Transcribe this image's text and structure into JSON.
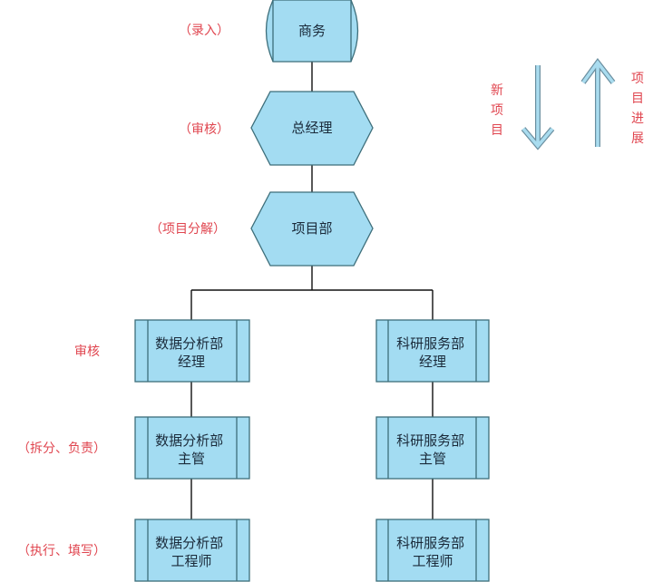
{
  "diagram": {
    "nodes": {
      "business": {
        "label": "商务",
        "shape": "terminal"
      },
      "general_manager": {
        "label": "总经理",
        "shape": "hexagon"
      },
      "project_dept": {
        "label": "项目部",
        "shape": "hexagon"
      },
      "data_manager": {
        "lines": [
          "数据分析部",
          "经理"
        ],
        "shape": "process"
      },
      "research_manager": {
        "lines": [
          "科研服务部",
          "经理"
        ],
        "shape": "process"
      },
      "data_supervisor": {
        "lines": [
          "数据分析部",
          "主管"
        ],
        "shape": "process"
      },
      "research_supervisor": {
        "lines": [
          "科研服务部",
          "主管"
        ],
        "shape": "process"
      },
      "data_engineer": {
        "lines": [
          "数据分析部",
          "工程师"
        ],
        "shape": "process"
      },
      "research_engineer": {
        "lines": [
          "科研服务部",
          "工程师"
        ],
        "shape": "process"
      }
    },
    "notes": {
      "entry": "（录入）",
      "review_top": "（审核）",
      "decompose": "（项目分解）",
      "review_mid": "审核",
      "split": "（拆分、负责）",
      "execute": "（执行、填写）"
    },
    "legend": {
      "new_project": [
        "新",
        "项",
        "目"
      ],
      "progress": [
        "项",
        "目",
        "进",
        "展"
      ],
      "down_arrow": "arrow-down-icon",
      "up_arrow": "arrow-up-icon"
    },
    "colors": {
      "fill": "#a3dcf2",
      "stroke": "#3d6e7a",
      "note": "#e0454f",
      "connector": "#111111"
    }
  }
}
